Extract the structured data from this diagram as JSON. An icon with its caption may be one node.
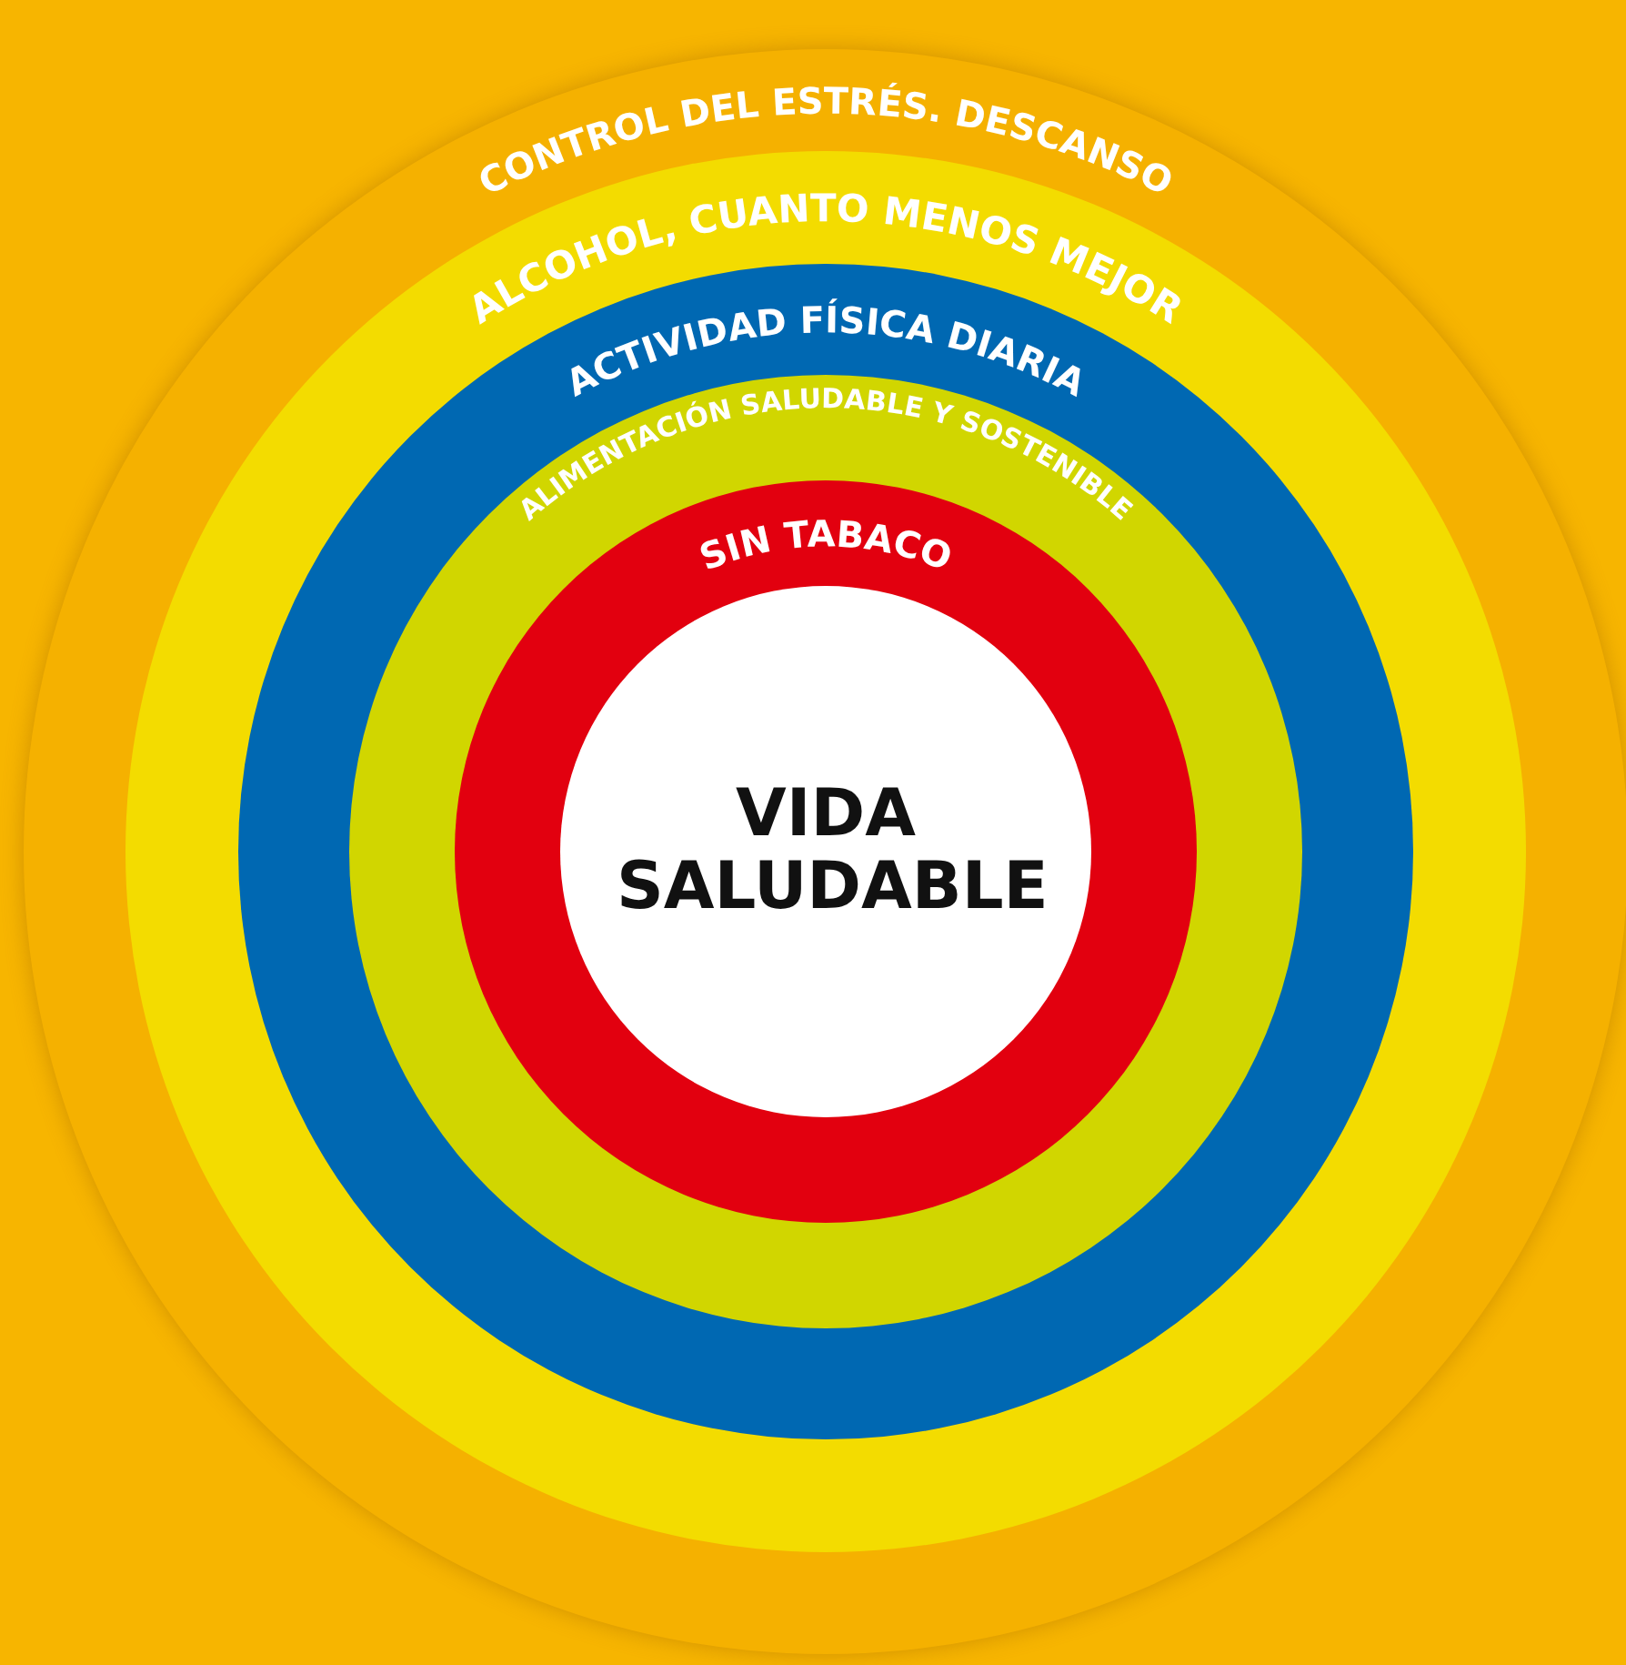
{
  "diagram": {
    "nodes": [
      {
        "text": [
          "CONTROL DEL ESTRÉS. DESCANSO"
        ]
      },
      {
        "text": [
          "ALCOHOL, CUANTO MENOS MEJOR"
        ],
        "in": 0
      },
      {
        "text": [
          "ACTIVIDAD FÍSICA DIARIA"
        ],
        "in": 1
      },
      {
        "text": [
          "ALIMENTACIÓN SALUDABLE Y SOSTENIBLE"
        ],
        "in": 2
      },
      {
        "text": [
          "SIN TABACO"
        ],
        "in": 3
      },
      {
        "text": [
          "VIDA SALUDABLE"
        ],
        "in": 4
      }
    ]
  }
}
